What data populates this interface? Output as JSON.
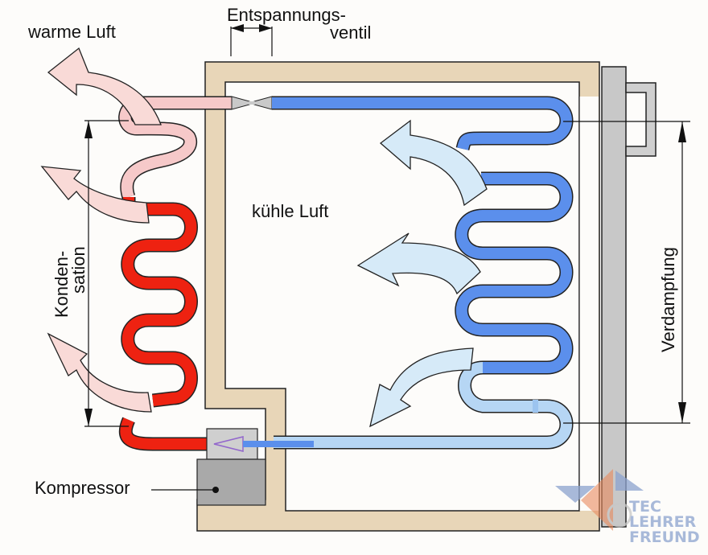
{
  "diagram": {
    "title": "Kühlschrank Kältekreislauf",
    "labels": {
      "warm_air": "warme Luft",
      "expansion_valve_line1": "Entspannungs-",
      "expansion_valve_line2": "ventil",
      "cool_air": "kühle Luft",
      "condensation_line1": "Konden-",
      "condensation_line2": "sation",
      "evaporation": "Verdampfung",
      "compressor": "Kompressor"
    },
    "watermark": {
      "line1": "TEC",
      "line2": "LEHRER",
      "line3": "FREUND"
    },
    "colors": {
      "background": "#fdfcfa",
      "insulation": "#e8d6b8",
      "hot_pipe": "#ee2211",
      "warm_pipe": "#f6c9c9",
      "cold_pipe": "#5b8fec",
      "cool_pipe": "#b6d6f4",
      "warm_air_arrow": "#f9dad7",
      "cool_air_arrow": "#d6eaf8",
      "compressor": "#a9a9a9",
      "compressor_head": "#cfcfcf",
      "door": "#c8c8c8",
      "watermark_blue": "#8ca3cf",
      "watermark_orange": "#e98a5c"
    }
  }
}
